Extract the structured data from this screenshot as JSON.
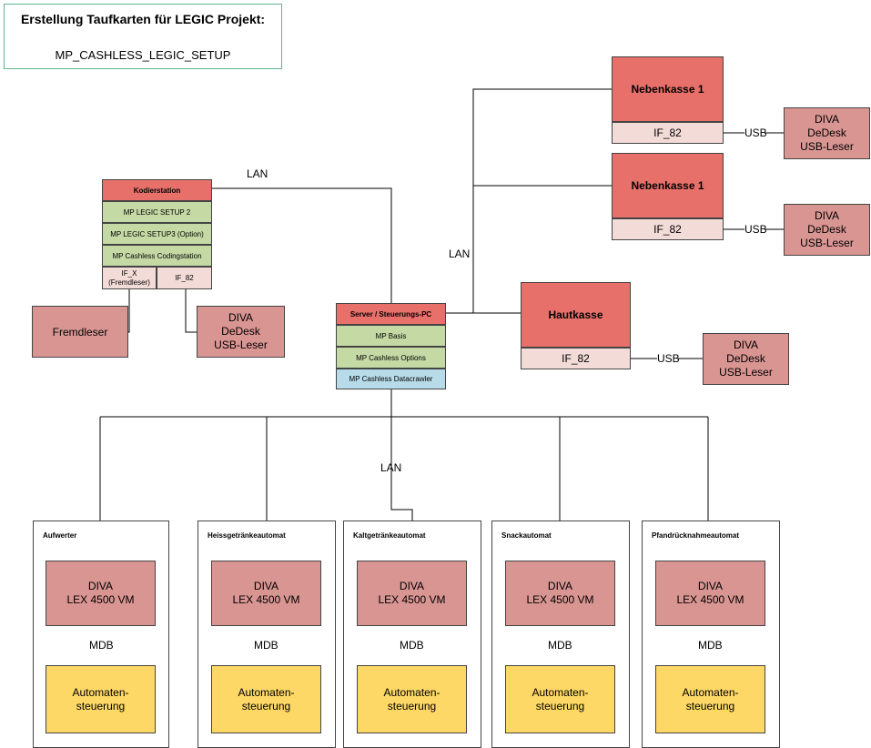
{
  "title": {
    "line1": "Erstellung Taufkarten für  LEGIC Projekt:",
    "line2": "MP_CASHLESS_LEGIC_SETUP"
  },
  "kodierstation": {
    "header": "Kodierstation",
    "modules": [
      "MP LEGIC SETUP 2",
      "MP LEGIC SETUP3 (Option)",
      "MP Cashless Codingstation"
    ],
    "if_x": "IF_X\n(Fremdleser)",
    "if_82": "IF_82"
  },
  "fremdleser": "Fremdleser",
  "diva_kodier": "DIVA\nDeDesk\nUSB-Leser",
  "server": {
    "header": "Server / Steuerungs-PC",
    "modules": [
      "MP Basis",
      "MP Cashless Options",
      "MP Cashless Datacrawler"
    ]
  },
  "lan_labels": [
    "LAN",
    "LAN",
    "LAN"
  ],
  "nebenkassen": [
    {
      "name": "Nebenkasse 1",
      "if": "IF_82",
      "usb": "USB",
      "reader": "DIVA\nDeDesk\nUSB-Leser"
    },
    {
      "name": "Nebenkasse 1",
      "if": "IF_82",
      "usb": "USB",
      "reader": "DIVA\nDeDesk\nUSB-Leser"
    }
  ],
  "hauptkasse": {
    "name": "Hautkasse",
    "if": "IF_82",
    "usb": "USB",
    "reader": "DIVA\nDeDesk\nUSB-Leser"
  },
  "automaten": [
    {
      "name": "Aufwerter",
      "diva": "DIVA\nLEX 4500 VM",
      "mdb": "MDB",
      "ctrl": "Automaten-\nsteuerung"
    },
    {
      "name": "Heissgetränkeautomat",
      "diva": "DIVA\nLEX 4500 VM",
      "mdb": "MDB",
      "ctrl": "Automaten-\nsteuerung"
    },
    {
      "name": "Kaltgetränkeautomat",
      "diva": "DIVA\nLEX 4500 VM",
      "mdb": "MDB",
      "ctrl": "Automaten-\nsteuerung"
    },
    {
      "name": "Snackautomat",
      "diva": "DIVA\nLEX 4500 VM",
      "mdb": "MDB",
      "ctrl": "Automaten-\nsteuerung"
    },
    {
      "name": "Pfandrücknahmeautomat",
      "diva": "DIVA\nLEX 4500 VM",
      "mdb": "MDB",
      "ctrl": "Automaten-\nsteuerung"
    }
  ]
}
